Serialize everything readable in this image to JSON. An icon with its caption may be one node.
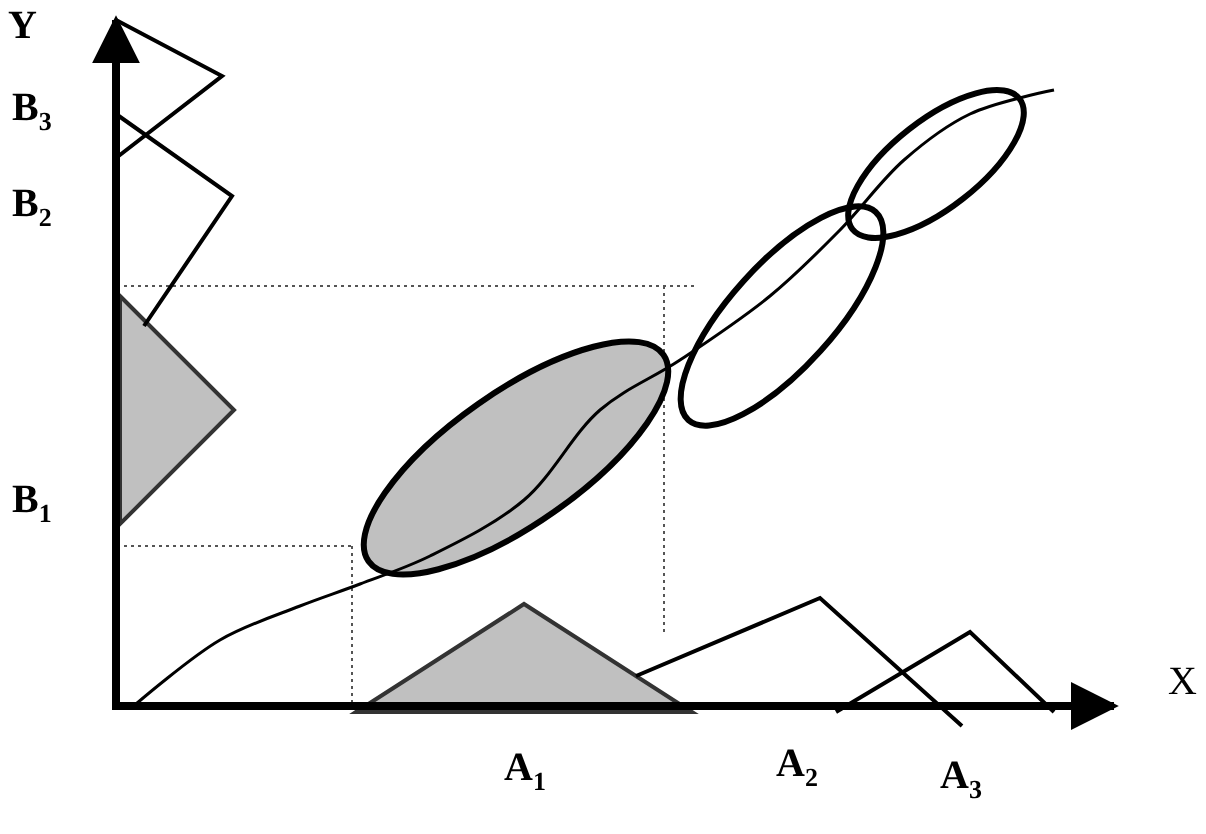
{
  "diagram": {
    "labels": [
      "Y",
      "B$_{3}$",
      "B$_{2}$",
      "B$_{1}$",
      "X",
      "A$_{1}$",
      "A$_{2}$",
      "A$_{3}$"
    ]
  }
}
